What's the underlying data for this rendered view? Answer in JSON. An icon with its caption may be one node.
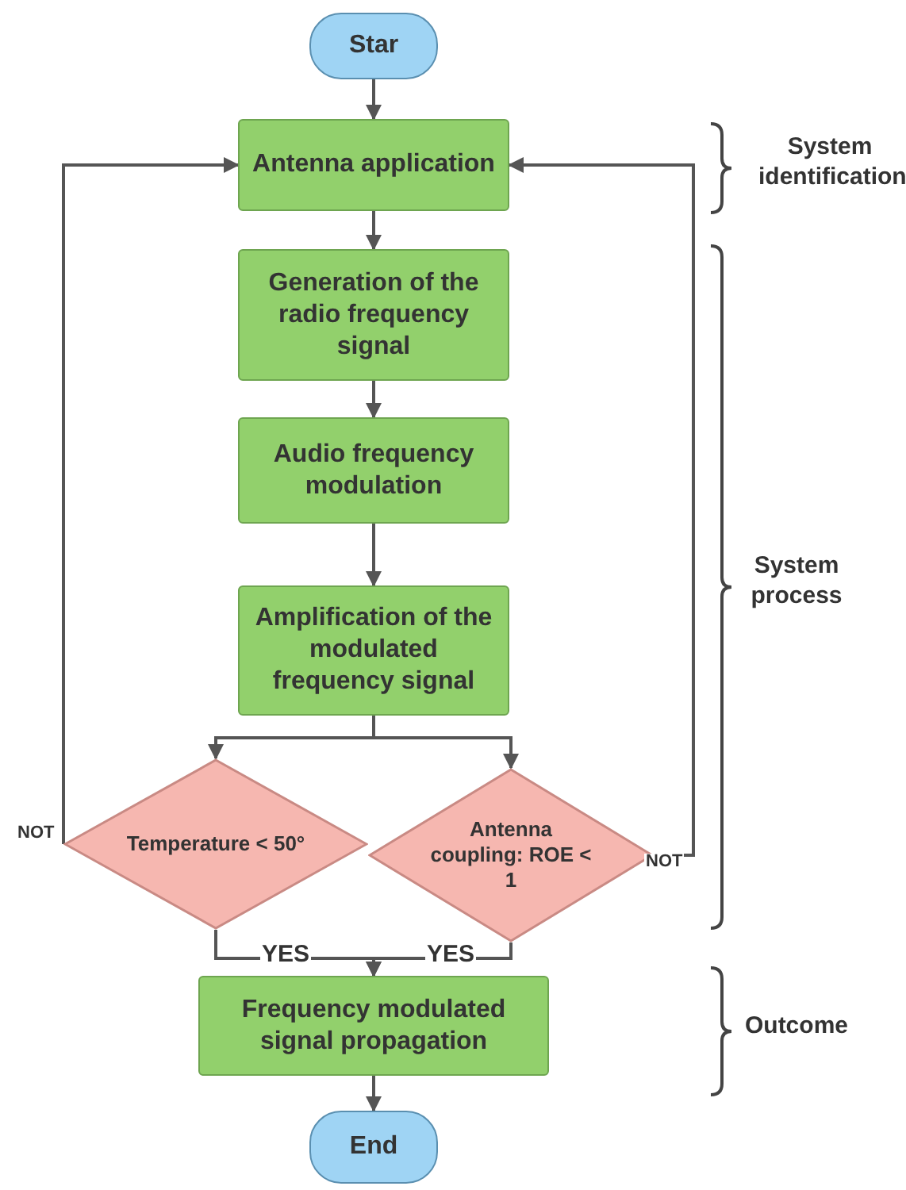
{
  "diagram": {
    "nodes": [
      {
        "text": [
          "Star"
        ]
      },
      {
        "text": [
          "Antenna application"
        ]
      },
      {
        "text": [
          "Generation of the radio frequency signal"
        ]
      },
      {
        "text": [
          "Audio frequency modulation"
        ]
      },
      {
        "text": [
          "Amplification of the modulated frequency signal"
        ]
      },
      {
        "text": [
          "Temperature < 50°"
        ]
      },
      {
        "text": [
          "Antenna coupling: ROE < 1"
        ]
      },
      {
        "text": [
          "Frequency modulated signal propagation"
        ]
      },
      {
        "text": [
          "End"
        ]
      }
    ],
    "edges": [
      {
        "from": 0,
        "to": 1,
        "arrow": "to"
      },
      {
        "from": 1,
        "to": 2,
        "arrow": "to"
      },
      {
        "from": 2,
        "to": 3,
        "arrow": "to"
      },
      {
        "from": 3,
        "to": 4,
        "arrow": "to"
      },
      {
        "from": 4,
        "to": 5,
        "arrow": "to"
      },
      {
        "from": 4,
        "to": 6,
        "arrow": "to"
      },
      {
        "from": 5,
        "to": 1,
        "arrow": "to",
        "label": "NOT"
      },
      {
        "from": 6,
        "to": 1,
        "arrow": "to",
        "label": "NOT"
      },
      {
        "from": 5,
        "to": 7,
        "arrow": "to",
        "label": "YES"
      },
      {
        "from": 6,
        "to": 7,
        "arrow": "to",
        "label": "YES"
      },
      {
        "from": 7,
        "to": 8,
        "arrow": "to"
      }
    ],
    "labels": [
      "System identification",
      "System process",
      "Outcome"
    ]
  }
}
